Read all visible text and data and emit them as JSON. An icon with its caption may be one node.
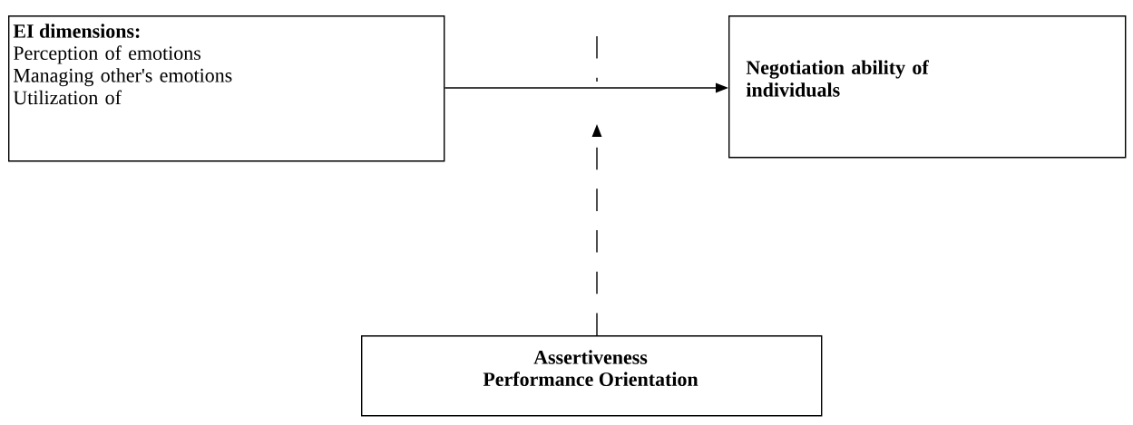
{
  "diagram": {
    "nodes": [
      {
        "text": [
          "EI dimensions:",
          "Perception of emotions Managing other's emotions Utilization of"
        ]
      },
      {
        "text": [
          "Negotiation ability of individuals"
        ]
      },
      {
        "text": [
          "Assertiveness",
          "Performance Orientation"
        ]
      }
    ],
    "edges": [
      {
        "from": 0,
        "to": 1,
        "arrow": "to"
      },
      {
        "from": 2,
        "to": null,
        "arrow": "to",
        "style": "dashed"
      }
    ]
  }
}
